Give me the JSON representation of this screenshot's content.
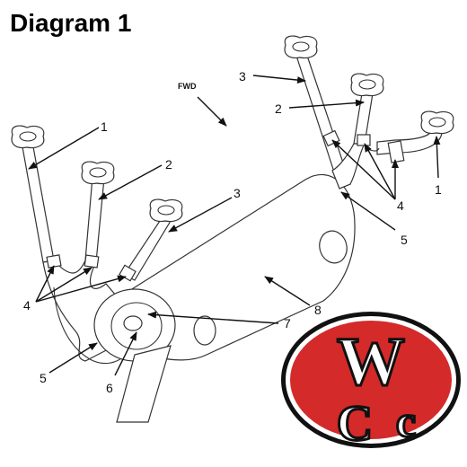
{
  "title": "Diagram 1",
  "fwd_label": "FWD",
  "callouts": {
    "left_1": "1",
    "left_2": "2",
    "left_3": "3",
    "left_4": "4",
    "left_5": "5",
    "left_6": "6",
    "center_7": "7",
    "center_8": "8",
    "right_3": "3",
    "right_2": "2",
    "right_1": "1",
    "right_4": "4",
    "right_5": "5"
  },
  "logo": {
    "letters_top": "W",
    "letters_bottom_1": "C",
    "letters_bottom_2": "c",
    "colors": {
      "red": "#d42a2a",
      "black": "#111111",
      "white": "#ffffff"
    }
  },
  "icons": [
    "exhaust-flange-icon",
    "arrow-icon"
  ]
}
